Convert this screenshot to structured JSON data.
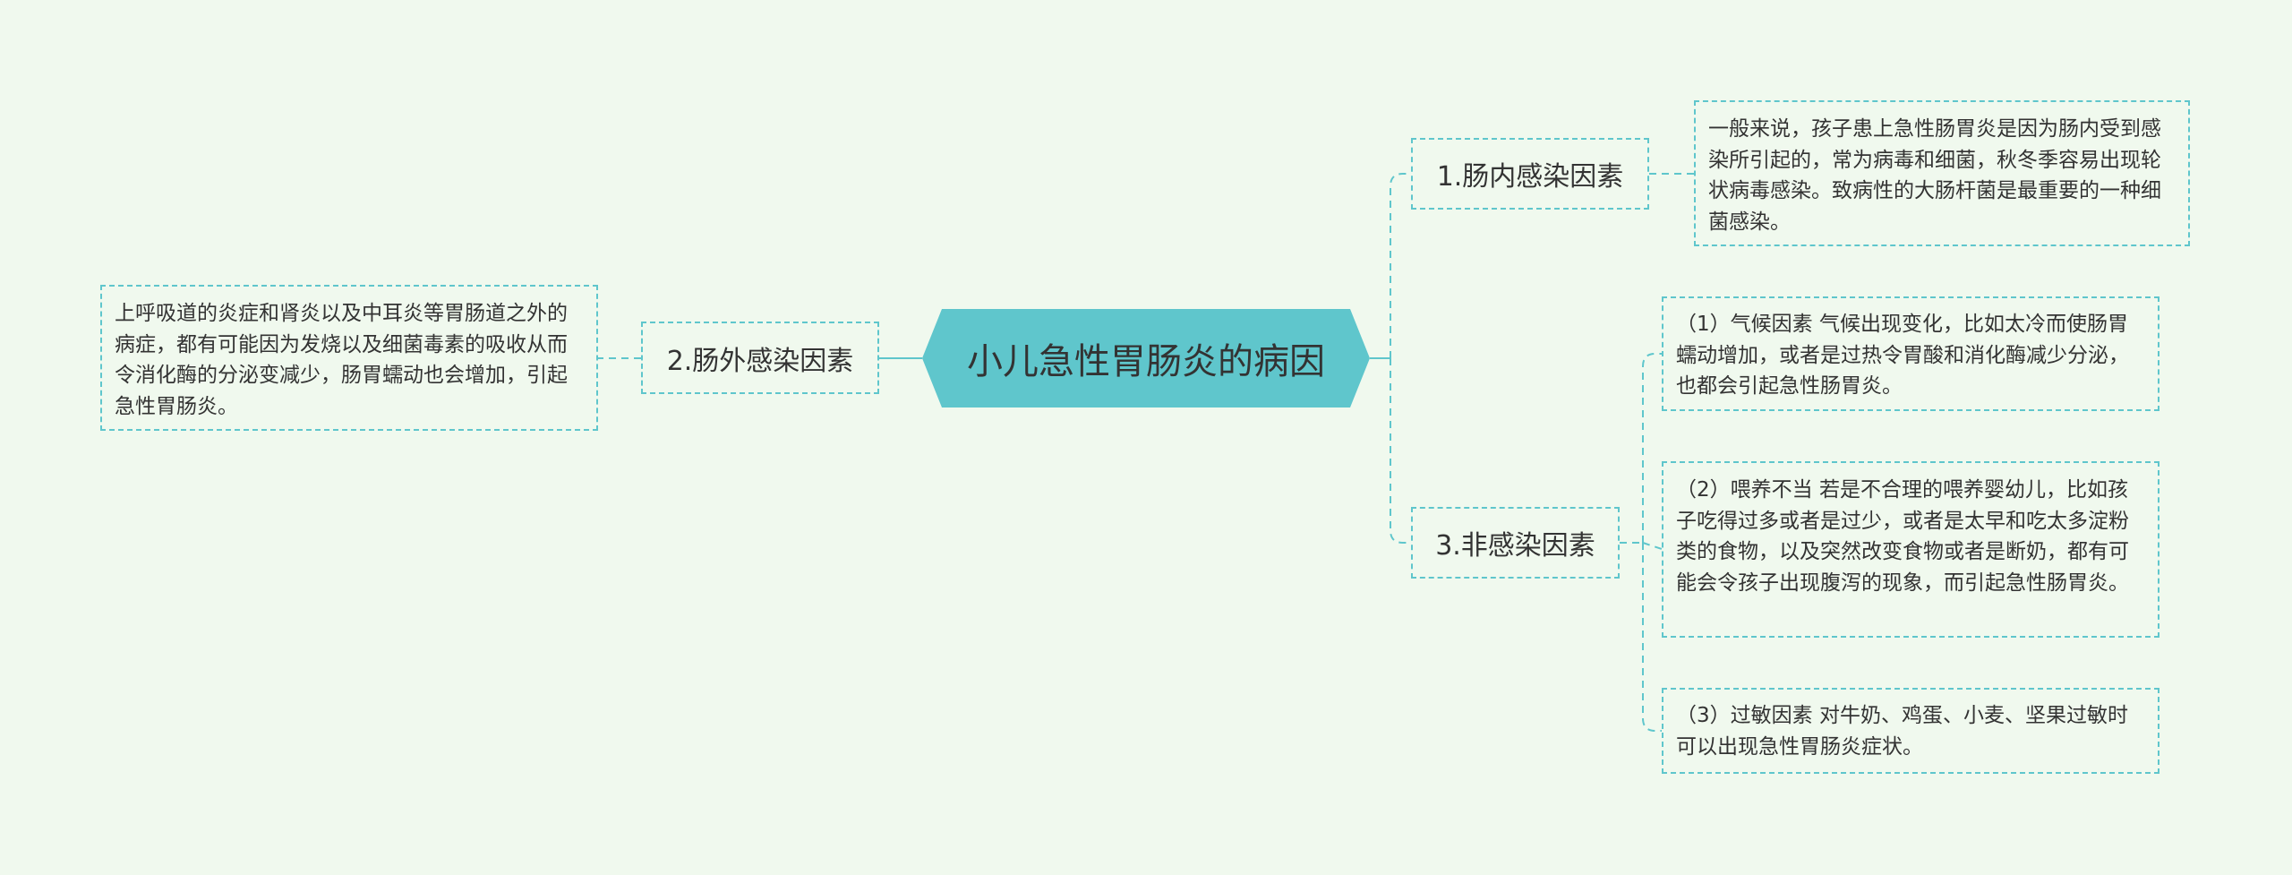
{
  "colors": {
    "background": "#f0f9ee",
    "accent": "#5fc6cc",
    "text": "#333333"
  },
  "root": {
    "label": "小儿急性胃肠炎的病因"
  },
  "branches": {
    "b1": {
      "label": "1.肠内感染因素",
      "leaves": [
        "一般来说，孩子患上急性肠胃炎是因为肠内受到感染所引起的，常为病毒和细菌，秋冬季容易出现轮状病毒感染。致病性的大肠杆菌是最重要的一种细菌感染。"
      ]
    },
    "b2": {
      "label": "2.肠外感染因素",
      "leaves": [
        "上呼吸道的炎症和肾炎以及中耳炎等胃肠道之外的病症，都有可能因为发烧以及细菌毒素的吸收从而令消化酶的分泌变减少，肠胃蠕动也会增加，引起急性胃肠炎。"
      ]
    },
    "b3": {
      "label": "3.非感染因素",
      "leaves": [
        "（1）气候因素 气候出现变化，比如太冷而使肠胃蠕动增加，或者是过热令胃酸和消化酶减少分泌，也都会引起急性肠胃炎。",
        "（2）喂养不当 若是不合理的喂养婴幼儿，比如孩子吃得过多或者是过少，或者是太早和吃太多淀粉类的食物，以及突然改变食物或者是断奶，都有可能会令孩子出现腹泻的现象，而引起急性肠胃炎。",
        "（3）过敏因素 对牛奶、鸡蛋、小麦、坚果过敏时可以出现急性胃肠炎症状。"
      ]
    }
  }
}
